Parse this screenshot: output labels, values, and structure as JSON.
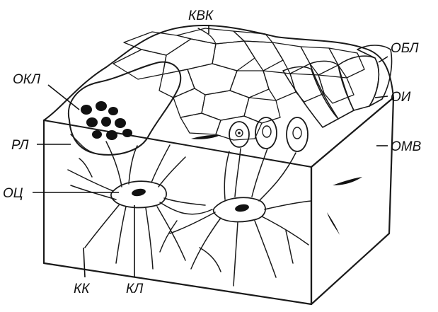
{
  "labels": {
    "kvk": "КВК",
    "obl": "ОБЛ",
    "okl": "ОКЛ",
    "oi": "ОИ",
    "rl": "РЛ",
    "omv": "ОМВ",
    "oc": "ОЦ",
    "kk": "КК",
    "kl": "КЛ"
  },
  "colors": {
    "ink": "#1a1a1a",
    "paper": "#ffffff",
    "stipple": "#9a9a9a",
    "nucleus": "#111111"
  }
}
